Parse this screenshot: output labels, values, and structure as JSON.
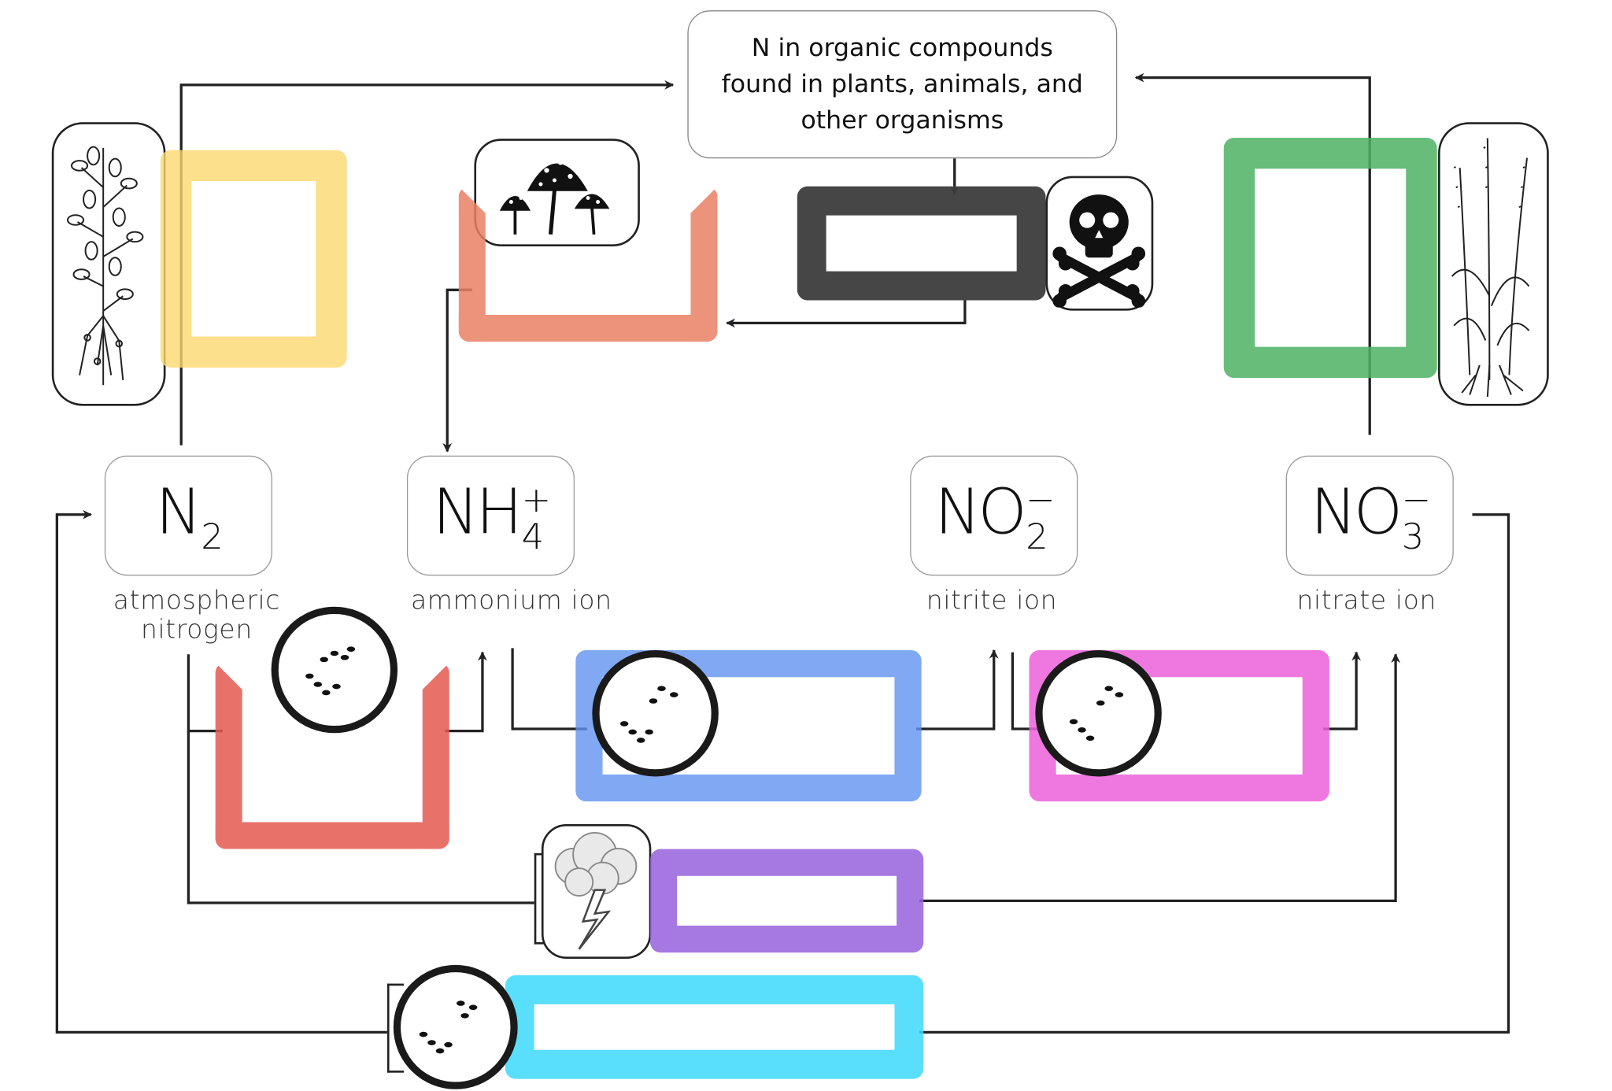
{
  "top_box": {
    "line1": "N in organic compounds",
    "line2": "found in plants, animals, and",
    "line3": "other organisms"
  },
  "nodes": {
    "n2": {
      "symbol": "N",
      "sup": "",
      "sub": "2",
      "caption_line1": "atmospheric",
      "caption_line2": "nitrogen"
    },
    "nh4": {
      "symbol": "NH",
      "sup": "+",
      "sub": "4",
      "caption": "ammonium ion"
    },
    "no2": {
      "symbol": "NO",
      "sup": "−",
      "sub": "2",
      "caption": "nitrite ion"
    },
    "no3": {
      "symbol": "NO",
      "sup": "−",
      "sub": "3",
      "caption": "nitrate ion"
    }
  },
  "blanks": [
    {
      "id": "yellow",
      "color": "#fde08a"
    },
    {
      "id": "salmon",
      "color": "#ef8e76"
    },
    {
      "id": "dark-gray",
      "color": "#454545"
    },
    {
      "id": "green",
      "color": "#5cb870"
    },
    {
      "id": "red",
      "color": "#e8675d"
    },
    {
      "id": "blue",
      "color": "#6f9ff0"
    },
    {
      "id": "magenta",
      "color": "#ee6fdc"
    },
    {
      "id": "purple",
      "color": "#a16ee0"
    },
    {
      "id": "cyan",
      "color": "#4fdcfc"
    }
  ],
  "icons": [
    "legume-plant-icon",
    "mushroom-icon",
    "skull-crossbones-icon",
    "grass-plant-icon",
    "bacteria-icon",
    "lightning-cloud-icon"
  ]
}
